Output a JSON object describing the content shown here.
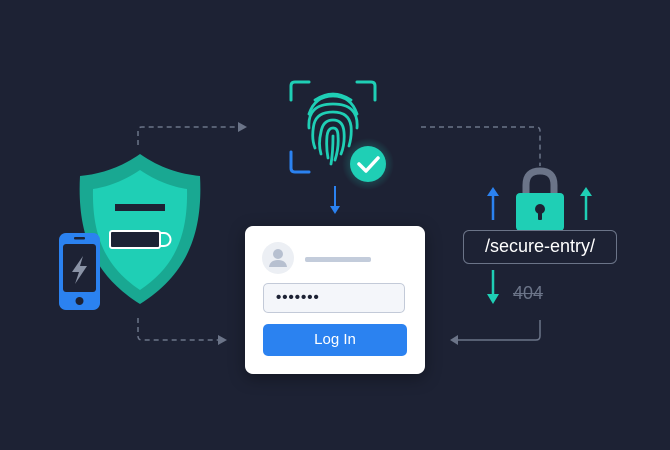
{
  "colors": {
    "background": "#1d2234",
    "teal": "#1fcfb5",
    "teal_dark": "#19a892",
    "blue": "#2b82f0",
    "gray_line": "#6b7488"
  },
  "login_card": {
    "avatar_icon": "user-icon",
    "password_value": "•••••••",
    "login_button_label": "Log In"
  },
  "url_panel": {
    "path_label": "/secure-entry/",
    "error_code": "404",
    "icons": [
      "padlock-icon",
      "arrow-up-icon",
      "arrow-down-icon"
    ]
  },
  "biometric": {
    "icons": [
      "fingerprint-icon",
      "scan-frame-icon",
      "check-circle-icon",
      "arrow-down-icon"
    ]
  },
  "shield_group": {
    "icons": [
      "shield-icon",
      "key-icon",
      "smartphone-icon",
      "lightning-icon"
    ]
  },
  "connectors": [
    "dashed-arrow-top-left",
    "dashed-line-top-right",
    "dashed-arrow-bottom-left",
    "arrow-bottom-right"
  ]
}
